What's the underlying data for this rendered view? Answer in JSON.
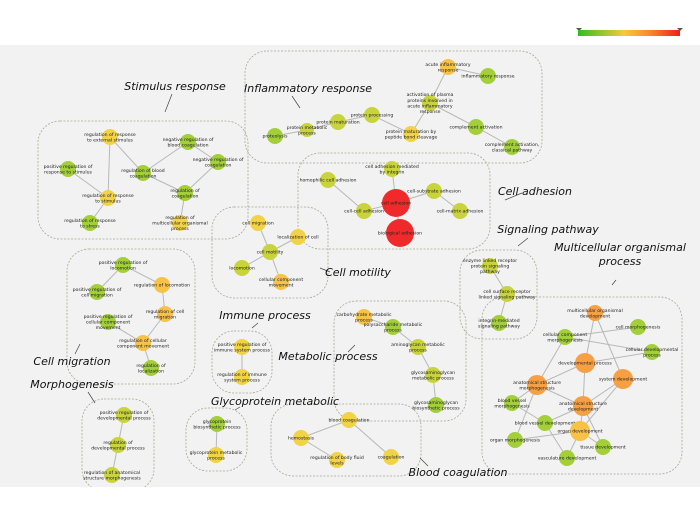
{
  "legend": {
    "gradient": [
      "#2fbf1f",
      "#f7c93a",
      "#f98a2a",
      "#f01e1e"
    ]
  },
  "colors": {
    "green": "#a2cf3a",
    "yellowgreen": "#c9d33b",
    "yellow": "#f1d345",
    "lightorange": "#f7c247",
    "orange": "#f7a043",
    "red": "#f02a2a",
    "edge": "#b8b8b8",
    "boundary": "#a8a890",
    "panel": "#f2f2f2"
  },
  "clusters": [
    {
      "id": "stim",
      "title": [
        "Stimulus response"
      ]
    },
    {
      "id": "inflam",
      "title": [
        "Inflammatory response"
      ]
    },
    {
      "id": "adh",
      "title": [
        "Cell adhesion"
      ]
    },
    {
      "id": "mot",
      "title": [
        "Cell motility"
      ]
    },
    {
      "id": "sig",
      "title": [
        "Signaling pathway"
      ]
    },
    {
      "id": "multi",
      "title": [
        "Multicellular organismal",
        "process"
      ]
    },
    {
      "id": "mig",
      "title": [
        "Cell migration"
      ]
    },
    {
      "id": "imm",
      "title": [
        "Immune process"
      ]
    },
    {
      "id": "met",
      "title": [
        "Metabolic process"
      ]
    },
    {
      "id": "morph",
      "title": [
        "Morphogenesis"
      ]
    },
    {
      "id": "glyco",
      "title": [
        "Glycoprotein metabolic"
      ]
    },
    {
      "id": "coag",
      "title": [
        "Blood coagulation"
      ]
    }
  ],
  "nodes": [
    {
      "id": "s1",
      "cluster": "stim",
      "label": "regulation of response to external stimulus",
      "color": "yellow",
      "size": 2
    },
    {
      "id": "s2",
      "cluster": "stim",
      "label": "negative regulation of blood coagulation",
      "color": "green",
      "size": 2
    },
    {
      "id": "s3",
      "cluster": "stim",
      "label": "positive regulation of response to stimulus",
      "color": "green",
      "size": 2
    },
    {
      "id": "s4",
      "cluster": "stim",
      "label": "regulation of blood coagulation",
      "color": "green",
      "size": 2
    },
    {
      "id": "s5",
      "cluster": "stim",
      "label": "negative regulation of coagulation",
      "color": "green",
      "size": 2
    },
    {
      "id": "s6",
      "cluster": "stim",
      "label": "regulation of response to stimulus",
      "color": "yellow",
      "size": 2
    },
    {
      "id": "s7",
      "cluster": "stim",
      "label": "regulation of coagulation",
      "color": "green",
      "size": 2
    },
    {
      "id": "s8",
      "cluster": "stim",
      "label": "regulation of response to stress",
      "color": "green",
      "size": 2
    },
    {
      "id": "s9",
      "cluster": "stim",
      "label": "regulation of multicellular organismal process",
      "color": "yellow",
      "size": 2
    },
    {
      "id": "i1",
      "cluster": "inflam",
      "label": "acute inflammatory response",
      "color": "lightorange",
      "size": 2
    },
    {
      "id": "i2",
      "cluster": "inflam",
      "label": "inflammatory response",
      "color": "green",
      "size": 2
    },
    {
      "id": "i3",
      "cluster": "inflam",
      "label": "activation of plasma proteins involved in acute inflammatory response",
      "color": "yellowgreen",
      "size": 2
    },
    {
      "id": "i4",
      "cluster": "inflam",
      "label": "protein processing",
      "color": "yellowgreen",
      "size": 2
    },
    {
      "id": "i5",
      "cluster": "inflam",
      "label": "protein maturation",
      "color": "yellowgreen",
      "size": 2
    },
    {
      "id": "i6",
      "cluster": "inflam",
      "label": "protein metabolic process",
      "color": "yellowgreen",
      "size": 1
    },
    {
      "id": "i7",
      "cluster": "inflam",
      "label": "proteolysis",
      "color": "green",
      "size": 2
    },
    {
      "id": "i8",
      "cluster": "inflam",
      "label": "protein maturation by peptide bond cleavage",
      "color": "yellow",
      "size": 2
    },
    {
      "id": "i9",
      "cluster": "inflam",
      "label": "complement activation",
      "color": "green",
      "size": 2
    },
    {
      "id": "i10",
      "cluster": "inflam",
      "label": "complement activation, classical pathway",
      "color": "green",
      "size": 2
    },
    {
      "id": "a1",
      "cluster": "adh",
      "label": "cell adhesion mediated by integrin",
      "color": "yellowgreen",
      "size": 2
    },
    {
      "id": "a2",
      "cluster": "adh",
      "label": "homophilic cell adhesion",
      "color": "yellowgreen",
      "size": 2
    },
    {
      "id": "a3",
      "cluster": "adh",
      "label": "cell adhesion",
      "color": "red",
      "size": 3
    },
    {
      "id": "a4",
      "cluster": "adh",
      "label": "cell-substrate adhesion",
      "color": "yellowgreen",
      "size": 2
    },
    {
      "id": "a5",
      "cluster": "adh",
      "label": "cell-cell adhesion",
      "color": "yellowgreen",
      "size": 2
    },
    {
      "id": "a6",
      "cluster": "adh",
      "label": "cell-matrix adhesion",
      "color": "yellowgreen",
      "size": 2
    },
    {
      "id": "a7",
      "cluster": "adh",
      "label": "biological adhesion",
      "color": "red",
      "size": 3
    },
    {
      "id": "m1",
      "cluster": "mot",
      "label": "cell migration",
      "color": "yellow",
      "size": 2
    },
    {
      "id": "m2",
      "cluster": "mot",
      "label": "localization of cell",
      "color": "yellow",
      "size": 2
    },
    {
      "id": "m3",
      "cluster": "mot",
      "label": "cell motility",
      "color": "yellowgreen",
      "size": 2
    },
    {
      "id": "m4",
      "cluster": "mot",
      "label": "locomotion",
      "color": "yellowgreen",
      "size": 2
    },
    {
      "id": "m5",
      "cluster": "mot",
      "label": "cellular component movement",
      "color": "lightorange",
      "size": 2
    },
    {
      "id": "g1",
      "cluster": "sig",
      "label": "enzyme linked receptor protein signaling pathway",
      "color": "yellowgreen",
      "size": 2
    },
    {
      "id": "g2",
      "cluster": "sig",
      "label": "cell surface receptor linked signaling pathway",
      "color": "yellowgreen",
      "size": 2
    },
    {
      "id": "g3",
      "cluster": "sig",
      "label": "integrin-mediated signaling pathway",
      "color": "green",
      "size": 2
    },
    {
      "id": "u1",
      "cluster": "multi",
      "label": "multicellular organismal development",
      "color": "orange",
      "size": 2
    },
    {
      "id": "u2",
      "cluster": "multi",
      "label": "cell morphogenesis",
      "color": "green",
      "size": 2
    },
    {
      "id": "u3",
      "cluster": "multi",
      "label": "cellular component morphogenesis",
      "color": "green",
      "size": 2
    },
    {
      "id": "u4",
      "cluster": "multi",
      "label": "cellular developmental process",
      "color": "green",
      "size": 2
    },
    {
      "id": "u5",
      "cluster": "multi",
      "label": "developmental process",
      "color": "orange",
      "size": 2.5
    },
    {
      "id": "u6",
      "cluster": "multi",
      "label": "system development",
      "color": "orange",
      "size": 2.5
    },
    {
      "id": "u7",
      "cluster": "multi",
      "label": "anatomical structure morphogenesis",
      "color": "orange",
      "size": 2.5
    },
    {
      "id": "u8",
      "cluster": "multi",
      "label": "blood vessel morphogenesis",
      "color": "green",
      "size": 2
    },
    {
      "id": "u9",
      "cluster": "multi",
      "label": "anatomical structure development",
      "color": "orange",
      "size": 2.5
    },
    {
      "id": "u10",
      "cluster": "multi",
      "label": "blood vessel development",
      "color": "green",
      "size": 2
    },
    {
      "id": "u11",
      "cluster": "multi",
      "label": "organ development",
      "color": "lightorange",
      "size": 2.5
    },
    {
      "id": "u12",
      "cluster": "multi",
      "label": "organ morphogenesis",
      "color": "green",
      "size": 2
    },
    {
      "id": "u13",
      "cluster": "multi",
      "label": "tissue development",
      "color": "green",
      "size": 2
    },
    {
      "id": "u14",
      "cluster": "multi",
      "label": "vasculature development",
      "color": "green",
      "size": 2
    },
    {
      "id": "c1",
      "cluster": "mig",
      "label": "positive regulation of locomotion",
      "color": "green",
      "size": 2
    },
    {
      "id": "c2",
      "cluster": "mig",
      "label": "regulation of locomotion",
      "color": "lightorange",
      "size": 2
    },
    {
      "id": "c3",
      "cluster": "mig",
      "label": "positive regulation of cell migration",
      "color": "green",
      "size": 2
    },
    {
      "id": "c4",
      "cluster": "mig",
      "label": "regulation of cell migration",
      "color": "lightorange",
      "size": 2
    },
    {
      "id": "c5",
      "cluster": "mig",
      "label": "positive regulation of cellular component movement",
      "color": "green",
      "size": 2
    },
    {
      "id": "c6",
      "cluster": "mig",
      "label": "regulation of cellular component movement",
      "color": "lightorange",
      "size": 2
    },
    {
      "id": "c7",
      "cluster": "mig",
      "label": "regulation of localization",
      "color": "green",
      "size": 2
    },
    {
      "id": "p1",
      "cluster": "imm",
      "label": "positive regulation of immune system process",
      "color": "yellow",
      "size": 2
    },
    {
      "id": "p2",
      "cluster": "imm",
      "label": "regulation of immune system process",
      "color": "yellow",
      "size": 2
    },
    {
      "id": "e1",
      "cluster": "met",
      "label": "carbohydrate metabolic process",
      "color": "lightorange",
      "size": 2
    },
    {
      "id": "e2",
      "cluster": "met",
      "label": "polysaccharide metabolic process",
      "color": "green",
      "size": 2
    },
    {
      "id": "e3",
      "cluster": "met",
      "label": "aminoglycan metabolic process",
      "color": "yellowgreen",
      "size": 2
    },
    {
      "id": "e4",
      "cluster": "met",
      "label": "glycosaminoglycan metabolic process",
      "color": "yellowgreen",
      "size": 2
    },
    {
      "id": "e5",
      "cluster": "met",
      "label": "glycosaminoglycan biosynthetic process",
      "color": "green",
      "size": 2
    },
    {
      "id": "r1",
      "cluster": "morph",
      "label": "positive regulation of developmental process",
      "color": "yellowgreen",
      "size": 2
    },
    {
      "id": "r2",
      "cluster": "morph",
      "label": "regulation of developmental process",
      "color": "yellowgreen",
      "size": 2
    },
    {
      "id": "r3",
      "cluster": "morph",
      "label": "regulation of anatomical structure morphogenesis",
      "color": "yellowgreen",
      "size": 2
    },
    {
      "id": "y1",
      "cluster": "glyco",
      "label": "glycoprotein biosynthetic process",
      "color": "green",
      "size": 2
    },
    {
      "id": "y2",
      "cluster": "glyco",
      "label": "glycoprotein metabolic process",
      "color": "yellow",
      "size": 2
    },
    {
      "id": "b1",
      "cluster": "coag",
      "label": "blood coagulation",
      "color": "yellow",
      "size": 2
    },
    {
      "id": "b2",
      "cluster": "coag",
      "label": "hemostasis",
      "color": "yellow",
      "size": 2
    },
    {
      "id": "b3",
      "cluster": "coag",
      "label": "regulation of body fluid levels",
      "color": "yellow",
      "size": 2
    },
    {
      "id": "b4",
      "cluster": "coag",
      "label": "coagulation",
      "color": "yellow",
      "size": 2
    }
  ],
  "edges": [
    [
      "s1",
      "s6"
    ],
    [
      "s1",
      "s4"
    ],
    [
      "s3",
      "s6"
    ],
    [
      "s6",
      "s8"
    ],
    [
      "s4",
      "s2"
    ],
    [
      "s2",
      "s5"
    ],
    [
      "s4",
      "s7"
    ],
    [
      "s5",
      "s7"
    ],
    [
      "s7",
      "s9"
    ],
    [
      "i1",
      "i2"
    ],
    [
      "i1",
      "i3"
    ],
    [
      "i3",
      "i8"
    ],
    [
      "i3",
      "i9"
    ],
    [
      "i9",
      "i10"
    ],
    [
      "i4",
      "i8"
    ],
    [
      "i4",
      "i5"
    ],
    [
      "i5",
      "i6"
    ],
    [
      "i6",
      "i7"
    ],
    [
      "a1",
      "a3"
    ],
    [
      "a2",
      "a5"
    ],
    [
      "a5",
      "a3"
    ],
    [
      "a3",
      "a4"
    ],
    [
      "a4",
      "a6"
    ],
    [
      "a3",
      "a7"
    ],
    [
      "m1",
      "m3"
    ],
    [
      "m2",
      "m3"
    ],
    [
      "m4",
      "m3"
    ],
    [
      "m3",
      "m5"
    ],
    [
      "g1",
      "g2"
    ],
    [
      "g2",
      "g3"
    ],
    [
      "u1",
      "u5"
    ],
    [
      "u1",
      "u6"
    ],
    [
      "u3",
      "u2"
    ],
    [
      "u3",
      "u4"
    ],
    [
      "u3",
      "u7"
    ],
    [
      "u5",
      "u4"
    ],
    [
      "u5",
      "u7"
    ],
    [
      "u5",
      "u9"
    ],
    [
      "u6",
      "u9"
    ],
    [
      "u6",
      "u11"
    ],
    [
      "u7",
      "u9"
    ],
    [
      "u7",
      "u8"
    ],
    [
      "u7",
      "u12"
    ],
    [
      "u8",
      "u10"
    ],
    [
      "u9",
      "u10"
    ],
    [
      "u9",
      "u11"
    ],
    [
      "u9",
      "u13"
    ],
    [
      "u11",
      "u12"
    ],
    [
      "u11",
      "u13"
    ],
    [
      "u10",
      "u14"
    ],
    [
      "u11",
      "u14"
    ],
    [
      "c1",
      "c2"
    ],
    [
      "c1",
      "c3"
    ],
    [
      "c2",
      "c4"
    ],
    [
      "c4",
      "c6"
    ],
    [
      "c5",
      "c6"
    ],
    [
      "c6",
      "c7"
    ],
    [
      "p1",
      "p2"
    ],
    [
      "e1",
      "e2"
    ],
    [
      "e2",
      "e3"
    ],
    [
      "e3",
      "e4"
    ],
    [
      "e4",
      "e5"
    ],
    [
      "r1",
      "r2"
    ],
    [
      "r2",
      "r3"
    ],
    [
      "y1",
      "y2"
    ],
    [
      "b1",
      "b2"
    ],
    [
      "b2",
      "b3"
    ],
    [
      "b1",
      "b4"
    ]
  ]
}
